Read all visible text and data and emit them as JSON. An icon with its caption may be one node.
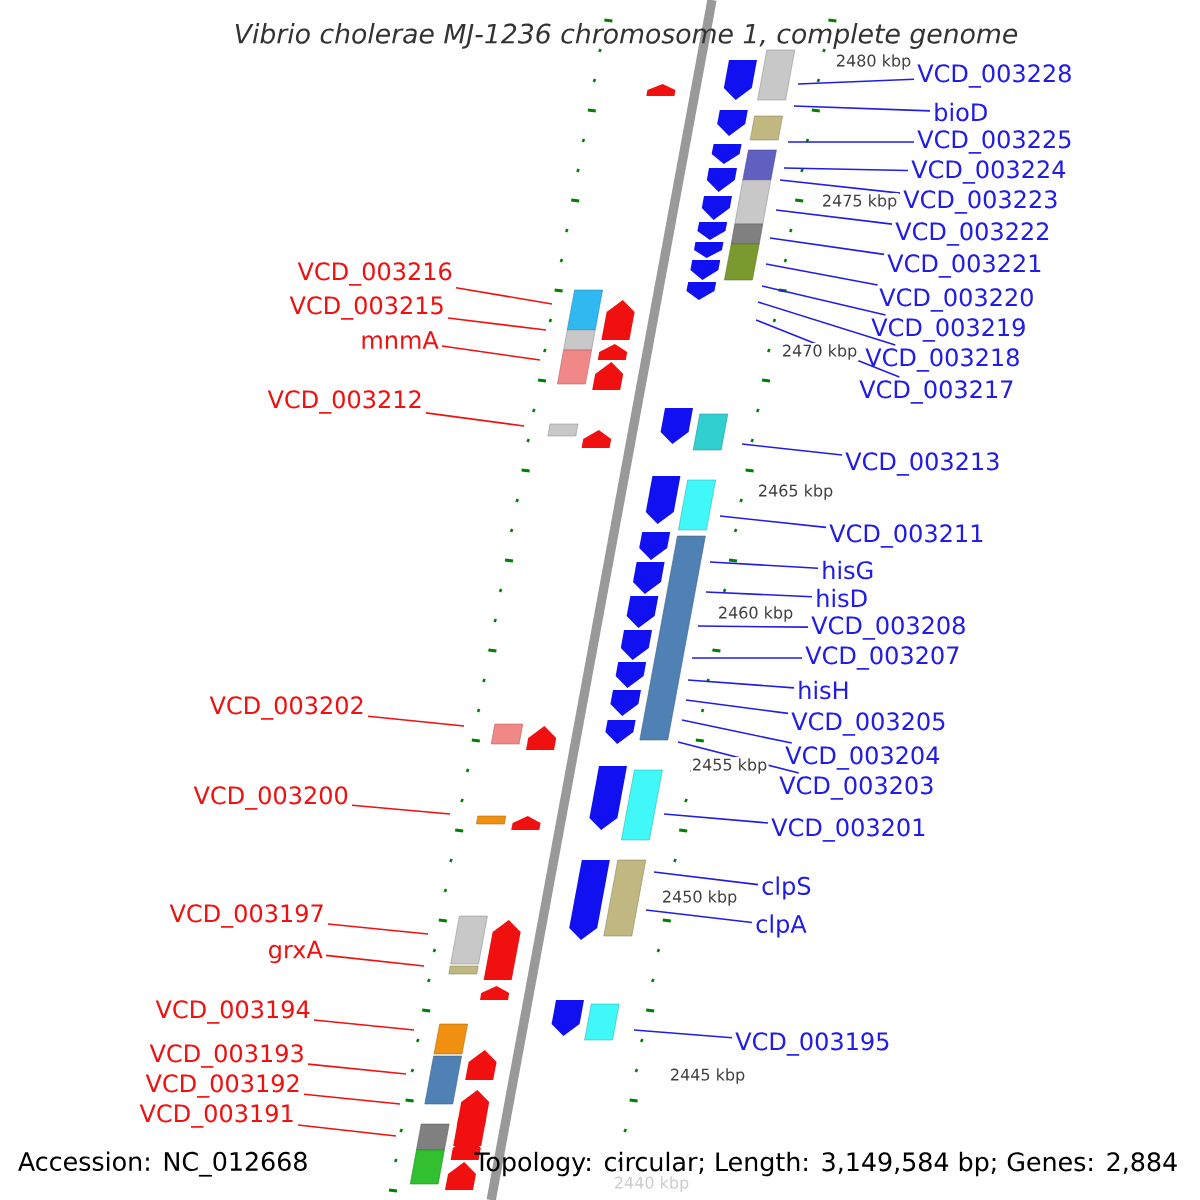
{
  "diagram": {
    "title": "*Vibrio cholerae MJ-1236 chromosome 1, complete genome*",
    "nodes": [
      {
        "text": [
          "VCD_003228"
        ]
      },
      {
        "text": [
          "bioD"
        ]
      },
      {
        "text": [
          "VCD_003225"
        ]
      },
      {
        "text": [
          "VCD_003224"
        ]
      },
      {
        "text": [
          "VCD_003223"
        ]
      },
      {
        "text": [
          "VCD_003222"
        ]
      },
      {
        "text": [
          "VCD_003221"
        ]
      },
      {
        "text": [
          "VCD_003220"
        ]
      },
      {
        "text": [
          "VCD_003219"
        ]
      },
      {
        "text": [
          "VCD_003218"
        ]
      },
      {
        "text": [
          "VCD_003217"
        ]
      },
      {
        "text": [
          "VCD_003213"
        ]
      },
      {
        "text": [
          "VCD_003211"
        ]
      },
      {
        "text": [
          "hisG"
        ]
      },
      {
        "text": [
          "hisD"
        ]
      },
      {
        "text": [
          "VCD_003208"
        ]
      },
      {
        "text": [
          "VCD_003207"
        ]
      },
      {
        "text": [
          "hisH"
        ]
      },
      {
        "text": [
          "VCD_003205"
        ]
      },
      {
        "text": [
          "VCD_003204"
        ]
      },
      {
        "text": [
          "VCD_003203"
        ]
      },
      {
        "text": [
          "VCD_003201"
        ]
      },
      {
        "text": [
          "clpS"
        ]
      },
      {
        "text": [
          "clpA"
        ]
      },
      {
        "text": [
          "VCD_003195"
        ]
      },
      {
        "text": [
          "VCD_003216"
        ]
      },
      {
        "text": [
          "VCD_003215"
        ]
      },
      {
        "text": [
          "mnmA"
        ]
      },
      {
        "text": [
          "VCD_003212"
        ]
      },
      {
        "text": [
          "VCD_003202"
        ]
      },
      {
        "text": [
          "VCD_003200"
        ]
      },
      {
        "text": [
          "VCD_003197"
        ]
      },
      {
        "text": [
          "grxA"
        ]
      },
      {
        "text": [
          "VCD_003194"
        ]
      },
      {
        "text": [
          "VCD_003193"
        ]
      },
      {
        "text": [
          "VCD_003192"
        ]
      },
      {
        "text": [
          "VCD_003191"
        ]
      }
    ],
    "edges": [
      {
        "from": 0,
        "to": null,
        "arrow": "none"
      },
      {
        "from": 1,
        "to": null,
        "arrow": "none"
      },
      {
        "from": 2,
        "to": null,
        "arrow": "none"
      },
      {
        "from": 3,
        "to": null,
        "arrow": "none"
      },
      {
        "from": 4,
        "to": null,
        "arrow": "none"
      },
      {
        "from": 5,
        "to": null,
        "arrow": "none"
      },
      {
        "from": 6,
        "to": null,
        "arrow": "none"
      },
      {
        "from": 7,
        "to": null,
        "arrow": "none"
      },
      {
        "from": 8,
        "to": null,
        "arrow": "none"
      },
      {
        "from": 9,
        "to": null,
        "arrow": "none"
      },
      {
        "from": 10,
        "to": null,
        "arrow": "none"
      },
      {
        "from": 11,
        "to": null,
        "arrow": "none"
      },
      {
        "from": 12,
        "to": null,
        "arrow": "none"
      },
      {
        "from": 13,
        "to": null,
        "arrow": "none"
      },
      {
        "from": 14,
        "to": null,
        "arrow": "none"
      },
      {
        "from": 15,
        "to": null,
        "arrow": "none"
      },
      {
        "from": 16,
        "to": null,
        "arrow": "none"
      },
      {
        "from": 17,
        "to": null,
        "arrow": "none"
      },
      {
        "from": 18,
        "to": null,
        "arrow": "none"
      },
      {
        "from": 19,
        "to": null,
        "arrow": "none"
      },
      {
        "from": 20,
        "to": null,
        "arrow": "none"
      },
      {
        "from": 21,
        "to": null,
        "arrow": "none"
      },
      {
        "from": 22,
        "to": null,
        "arrow": "none"
      },
      {
        "from": 23,
        "to": null,
        "arrow": "none"
      },
      {
        "from": 24,
        "to": null,
        "arrow": "none"
      },
      {
        "from": 25,
        "to": null,
        "arrow": "none",
        "color": "#ff0000"
      },
      {
        "from": 26,
        "to": null,
        "arrow": "none",
        "color": "#ff0000"
      },
      {
        "from": 27,
        "to": null,
        "arrow": "none",
        "color": "#ff0000"
      },
      {
        "from": 28,
        "to": null,
        "arrow": "none",
        "color": "#ff0000"
      },
      {
        "from": 29,
        "to": null,
        "arrow": "none",
        "color": "#ff0000"
      },
      {
        "from": 30,
        "to": null,
        "arrow": "none",
        "color": "#ff0000"
      },
      {
        "from": 31,
        "to": null,
        "arrow": "none",
        "color": "#ff0000"
      },
      {
        "from": 32,
        "to": null,
        "arrow": "none",
        "color": "#ff0000"
      },
      {
        "from": 33,
        "to": null,
        "arrow": "none",
        "color": "#ff0000"
      },
      {
        "from": 34,
        "to": null,
        "arrow": "none",
        "color": "#ff0000"
      },
      {
        "from": 35,
        "to": null,
        "arrow": "none",
        "color": "#ff0000"
      },
      {
        "from": 36,
        "to": null,
        "arrow": "none",
        "color": "#ff0000"
      }
    ],
    "labels": [
      "2480 kbp",
      "2475 kbp",
      "2470 kbp",
      "2465 kbp",
      "2460 kbp",
      "2455 kbp",
      "2450 kbp",
      "2445 kbp",
      "2440 kbp",
      "Accession: NC_012668",
      "Topology: circular; Length: 3,149,584 bp; Genes: 2,884"
    ]
  }
}
